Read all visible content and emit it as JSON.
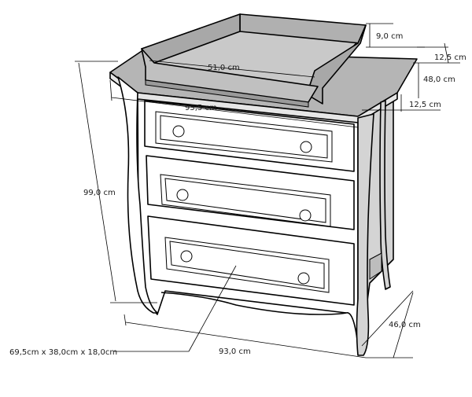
{
  "colors": {
    "top_fill": "#b5b5b5",
    "tray_fill": "#a8a8a8",
    "tray_inner": "#c9c9c9",
    "front_fill": "#ffffff",
    "side_fill": "#d4d4d4",
    "drawer_face": "#ffffff",
    "line": "#000000"
  },
  "dimensions": {
    "tray_height": "9,0 cm",
    "tray_inner_width": "51,0 cm",
    "side_depth_top": "12,5 cm",
    "depth_total": "48,0 cm",
    "side_depth_bottom": "12,5 cm",
    "body_width": "95,5 cm",
    "total_height": "99,0 cm",
    "drawer_size": "69,5cm x 38,0cm x 18,0cm",
    "base_width": "93,0 cm",
    "body_depth": "46,0 cm"
  }
}
